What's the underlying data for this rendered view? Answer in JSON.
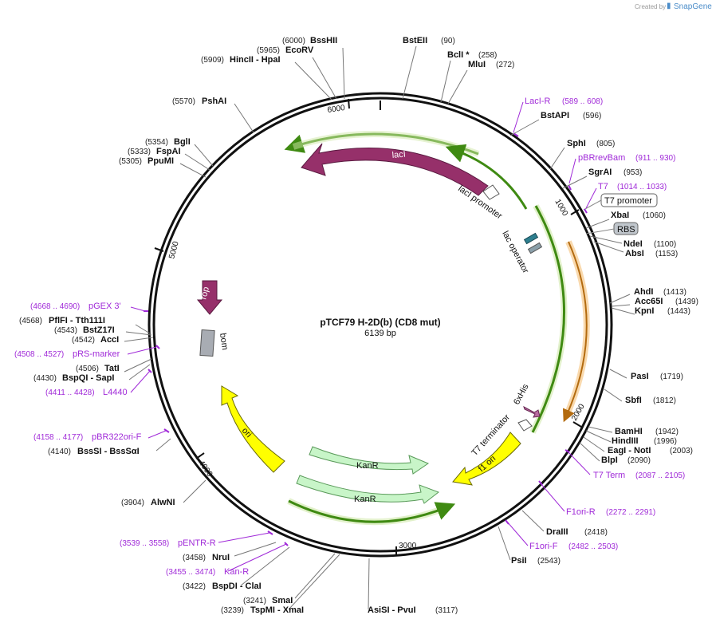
{
  "credit": {
    "prefix": "Created by",
    "brand": "SnapGene"
  },
  "plasmid": {
    "name": "pTCF79 H-2D(b) (CD8 mut)",
    "length": "6139 bp"
  },
  "ticks": [
    "1000",
    "2000",
    "3000",
    "4000",
    "5000",
    "6000"
  ],
  "sites": [
    {
      "name": "BssHII",
      "pos": "(6000)"
    },
    {
      "name": "EcoRV",
      "pos": "(5965)"
    },
    {
      "name": "HincII  - HpaI",
      "pos": "(5909)"
    },
    {
      "name": "BstEII",
      "pos": "(90)"
    },
    {
      "name": "BclI *",
      "pos": "(258)"
    },
    {
      "name": "MluI",
      "pos": "(272)"
    },
    {
      "name": "PshAI",
      "pos": "(5570)"
    },
    {
      "name": "BstAPI",
      "pos": "(596)"
    },
    {
      "name": "SphI",
      "pos": "(805)"
    },
    {
      "name": "BglI",
      "pos": "(5354)"
    },
    {
      "name": "FspAI",
      "pos": "(5333)"
    },
    {
      "name": "PpuMI",
      "pos": "(5305)"
    },
    {
      "name": "SgrAI",
      "pos": "(953)"
    },
    {
      "name": "XbaI",
      "pos": "(1060)"
    },
    {
      "name": "NdeI",
      "pos": "(1100)"
    },
    {
      "name": "AbsI",
      "pos": "(1153)"
    },
    {
      "name": "AhdI",
      "pos": "(1413)"
    },
    {
      "name": "Acc65I",
      "pos": "(1439)"
    },
    {
      "name": "KpnI",
      "pos": "(1443)"
    },
    {
      "name": "PflFI  - Tth111I",
      "pos": "(4568)"
    },
    {
      "name": "BstZ17I",
      "pos": "(4543)"
    },
    {
      "name": "AccI",
      "pos": "(4542)"
    },
    {
      "name": "TatI",
      "pos": "(4506)"
    },
    {
      "name": "BspQI  - SapI",
      "pos": "(4430)"
    },
    {
      "name": "PasI",
      "pos": "(1719)"
    },
    {
      "name": "SbfI",
      "pos": "(1812)"
    },
    {
      "name": "BamHI",
      "pos": "(1942)"
    },
    {
      "name": "HindIII",
      "pos": "(1996)"
    },
    {
      "name": "EagI  - NotI",
      "pos": "(2003)"
    },
    {
      "name": "BlpI",
      "pos": "(2090)"
    },
    {
      "name": "BssSI  - BssSαI",
      "pos": "(4140)"
    },
    {
      "name": "AlwNI",
      "pos": "(3904)"
    },
    {
      "name": "DraIII",
      "pos": "(2418)"
    },
    {
      "name": "PsiI",
      "pos": "(2543)"
    },
    {
      "name": "NruI",
      "pos": "(3458)"
    },
    {
      "name": "BspDI  - ClaI",
      "pos": "(3422)"
    },
    {
      "name": "SmaI",
      "pos": "(3241)"
    },
    {
      "name": "TspMI  - XmaI",
      "pos": "(3239)"
    },
    {
      "name": "AsiSI  - PvuI",
      "pos": "(3117)"
    }
  ],
  "primers": [
    {
      "name": "LacI-R",
      "range": "(589 .. 608)"
    },
    {
      "name": "pBRrevBam",
      "range": "(911 .. 930)"
    },
    {
      "name": "T7",
      "range": "(1014 .. 1033)"
    },
    {
      "name": "pGEX 3'",
      "range": "(4668 .. 4690)"
    },
    {
      "name": "pRS-marker",
      "range": "(4508 .. 4527)"
    },
    {
      "name": "L4440",
      "range": "(4411 .. 4428)"
    },
    {
      "name": "T7 Term",
      "range": "(2087 .. 2105)"
    },
    {
      "name": "pBR322ori-F",
      "range": "(4158 .. 4177)"
    },
    {
      "name": "F1ori-R",
      "range": "(2272 .. 2291)"
    },
    {
      "name": "F1ori-F",
      "range": "(2482 .. 2503)"
    },
    {
      "name": "pENTR-R",
      "range": "(3539 .. 3558)"
    },
    {
      "name": "Kan-R",
      "range": "(3455 .. 3474)"
    }
  ],
  "features": {
    "lacI": "lacI",
    "lacI_promoter": "lacI promoter",
    "lac_operator": "lac operator",
    "t7_promoter": "T7 promoter",
    "rbs": "RBS",
    "rop": "rop",
    "bom": "bom",
    "sixhis": "6xHis",
    "t7_terminator": "T7 terminator",
    "f1_ori": "f1 ori",
    "ori": "ori",
    "kanR_1": "KanR",
    "kanR_2": "KanR"
  },
  "colors": {
    "lacI": "#96306a",
    "rop": "#96306a",
    "ori": "#ffff00",
    "f1_ori": "#ffff00",
    "kanR": "#c8f5c8",
    "bom": "#a8acb3",
    "primer": "#a02ad8",
    "green_arc": "#5a9e1e",
    "orange_arc": "#b36b10"
  }
}
